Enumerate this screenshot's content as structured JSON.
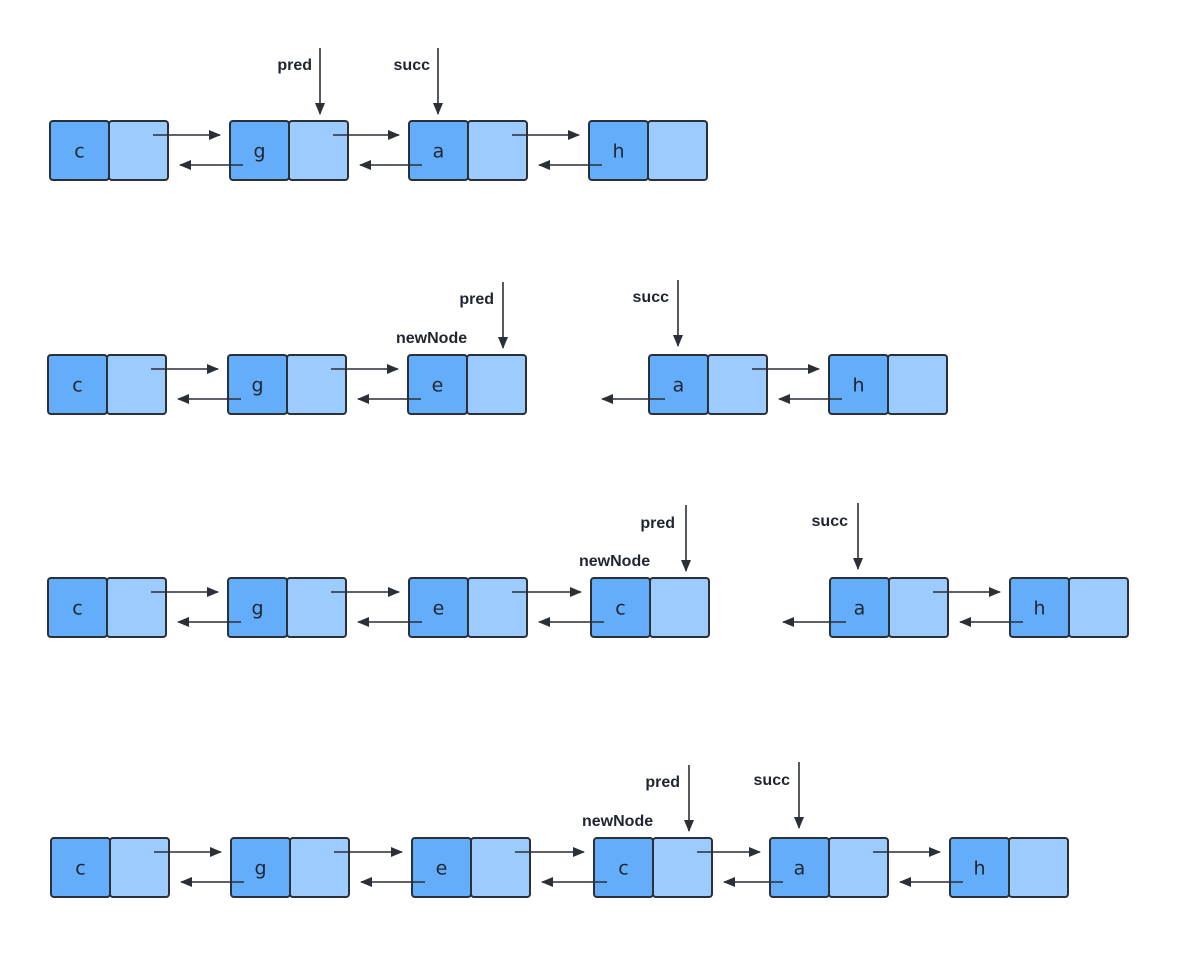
{
  "colors": {
    "value_cell": "#64adfa",
    "pointer_cell": "#9cccff",
    "stroke": "#2b2f36",
    "text": "#1f2630"
  },
  "rows": [
    {
      "nodes": [
        "c",
        "g",
        "a",
        "h"
      ],
      "labels": {
        "pred": "pred",
        "succ": "succ"
      }
    },
    {
      "nodes": [
        "c",
        "g",
        "e",
        "a",
        "h"
      ],
      "labels": {
        "pred": "pred",
        "succ": "succ",
        "newNode": "newNode"
      }
    },
    {
      "nodes": [
        "c",
        "g",
        "e",
        "c",
        "a",
        "h"
      ],
      "labels": {
        "pred": "pred",
        "succ": "succ",
        "newNode": "newNode"
      }
    },
    {
      "nodes": [
        "c",
        "g",
        "e",
        "c",
        "a",
        "h"
      ],
      "labels": {
        "pred": "pred",
        "succ": "succ",
        "newNode": "newNode"
      }
    }
  ]
}
